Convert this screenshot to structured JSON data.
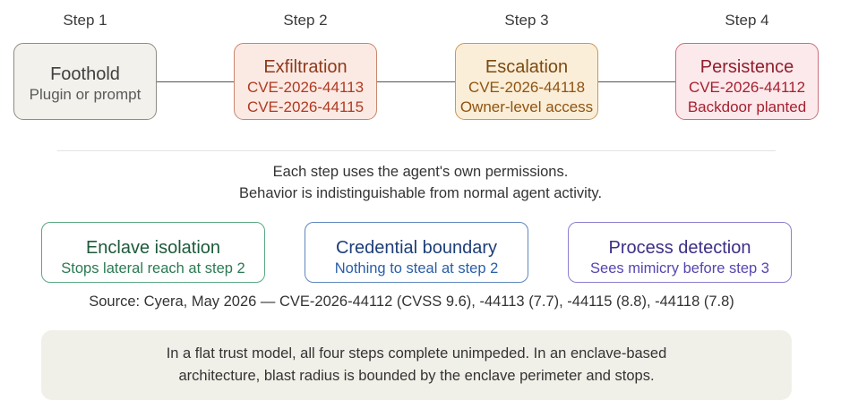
{
  "steps": [
    {
      "label": "Step 1",
      "title": "Foothold",
      "lines": [
        "Plugin or prompt"
      ]
    },
    {
      "label": "Step 2",
      "title": "Exfiltration",
      "lines": [
        "CVE-2026-44113",
        "CVE-2026-44115"
      ]
    },
    {
      "label": "Step 3",
      "title": "Escalation",
      "lines": [
        "CVE-2026-44118",
        "Owner-level access"
      ]
    },
    {
      "label": "Step 4",
      "title": "Persistence",
      "lines": [
        "CVE-2026-44112",
        "Backdoor planted"
      ]
    }
  ],
  "note": {
    "line1": "Each step uses the agent's own permissions.",
    "line2": "Behavior is indistinguishable from normal agent activity."
  },
  "defenses": [
    {
      "title": "Enclave isolation",
      "subtitle": "Stops lateral reach at step 2"
    },
    {
      "title": "Credential boundary",
      "subtitle": "Nothing to steal at step 2"
    },
    {
      "title": "Process detection",
      "subtitle": "Sees mimicry before step 3"
    }
  ],
  "source": "Source: Cyera, May 2026 — CVE-2026-44112 (CVSS 9.6), -44113 (7.7), -44115 (8.8), -44118 (7.8)",
  "summary": {
    "line1": "In a flat trust model, all four steps complete unimpeded. In an enclave-based",
    "line2": "architecture, blast radius is bounded by the enclave perimeter and stops."
  },
  "colors": {
    "foothold": {
      "bg": "#f2f1ec",
      "border": "#8f8c84",
      "title": "#3f3f3f",
      "text": "#5a5a5a"
    },
    "exfiltration": {
      "bg": "#fbeae4",
      "border": "#c8876c",
      "title": "#8e3a1c",
      "text": "#b03a22"
    },
    "escalation": {
      "bg": "#fbeed8",
      "border": "#c9975a",
      "title": "#7a4a12",
      "text": "#8e5412"
    },
    "persistence": {
      "bg": "#fce9ec",
      "border": "#c9707b",
      "title": "#8f1f2c",
      "text": "#a6202f"
    },
    "enclave": {
      "border": "#5aa882",
      "title": "#1d5a3a",
      "text": "#2a7a52"
    },
    "credential": {
      "border": "#5f87bd",
      "title": "#1d3e78",
      "text": "#2a5ea8"
    },
    "process": {
      "border": "#8a7fcf",
      "title": "#3c2f86",
      "text": "#5645b0"
    }
  }
}
